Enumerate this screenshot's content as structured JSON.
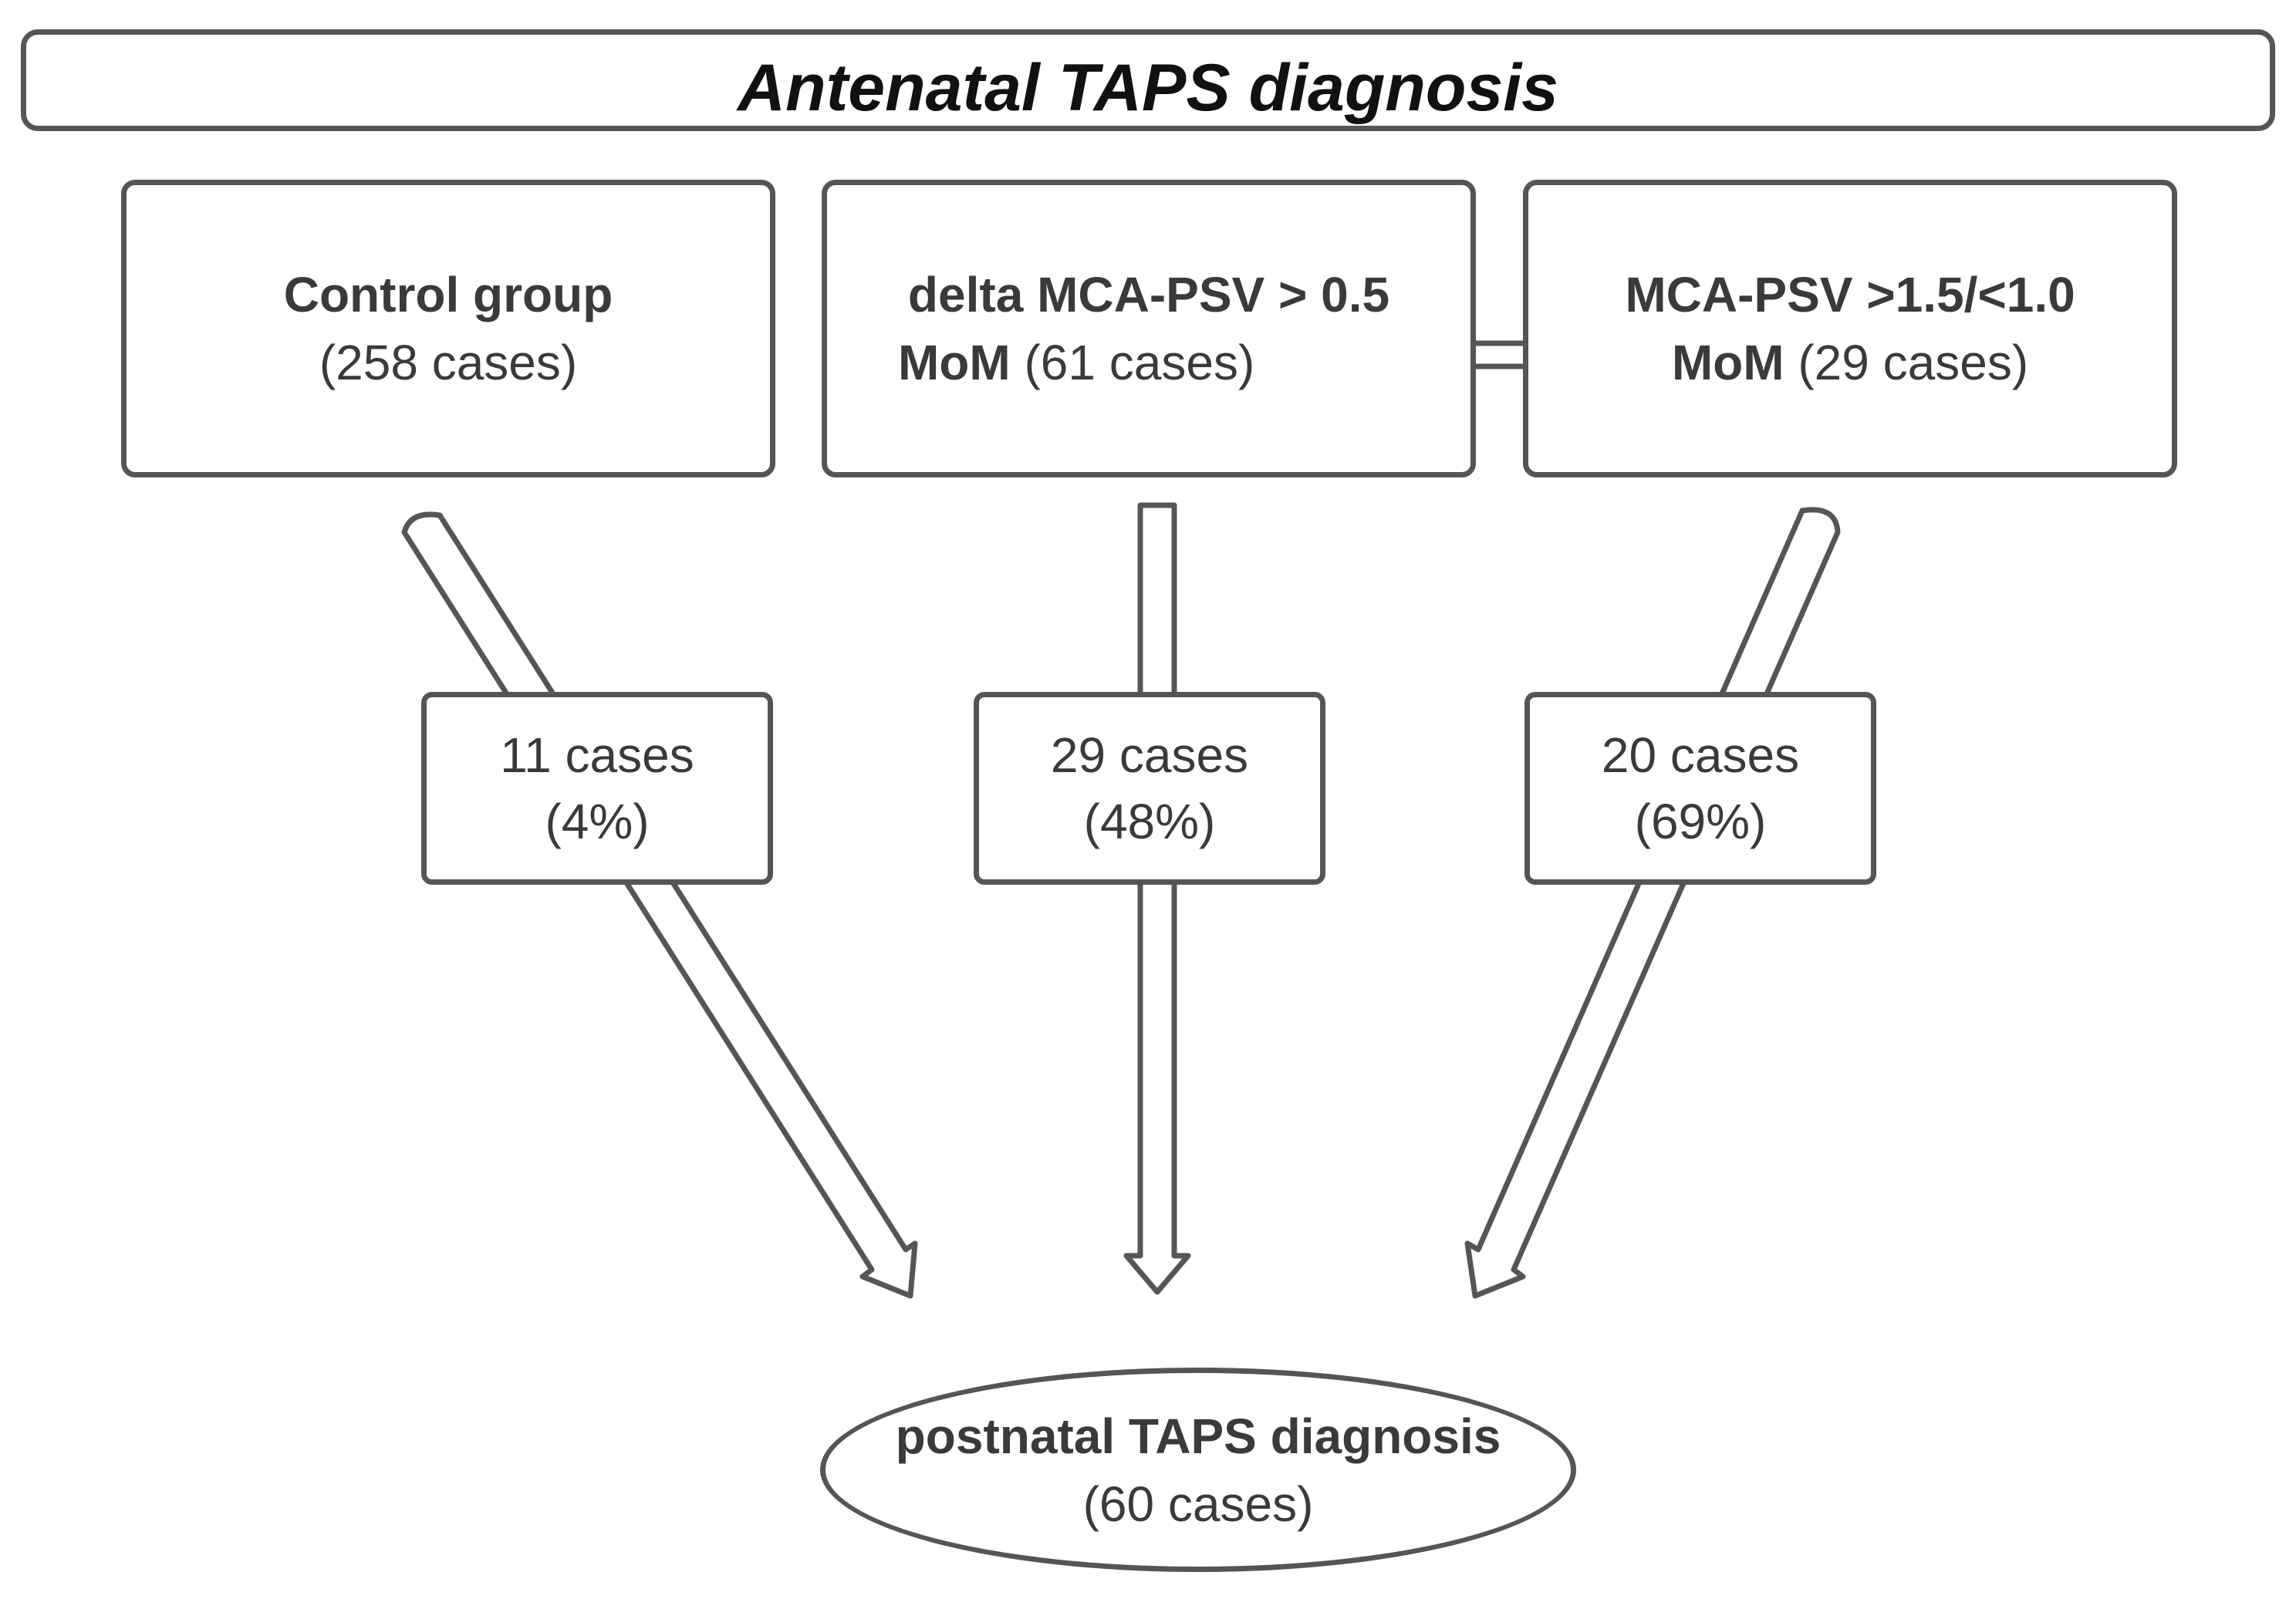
{
  "title": "Antenatal TAPS diagnosis",
  "groups": [
    {
      "name": "Control group",
      "name_suffix": "",
      "count": "(258 cases)",
      "result_count": "11 cases",
      "result_pct": "(4%)"
    },
    {
      "name": "delta MCA-PSV > 0.5",
      "name_suffix": "MoM",
      "count": "(61 cases)",
      "result_count": "29 cases",
      "result_pct": "(48%)"
    },
    {
      "name": "MCA-PSV >1.5/<1.0",
      "name_suffix": "MoM",
      "count": "(29 cases)",
      "result_count": "20 cases",
      "result_pct": "(69%)"
    }
  ],
  "outcome": {
    "label": "postnatal TAPS diagnosis",
    "count": "(60 cases)"
  }
}
